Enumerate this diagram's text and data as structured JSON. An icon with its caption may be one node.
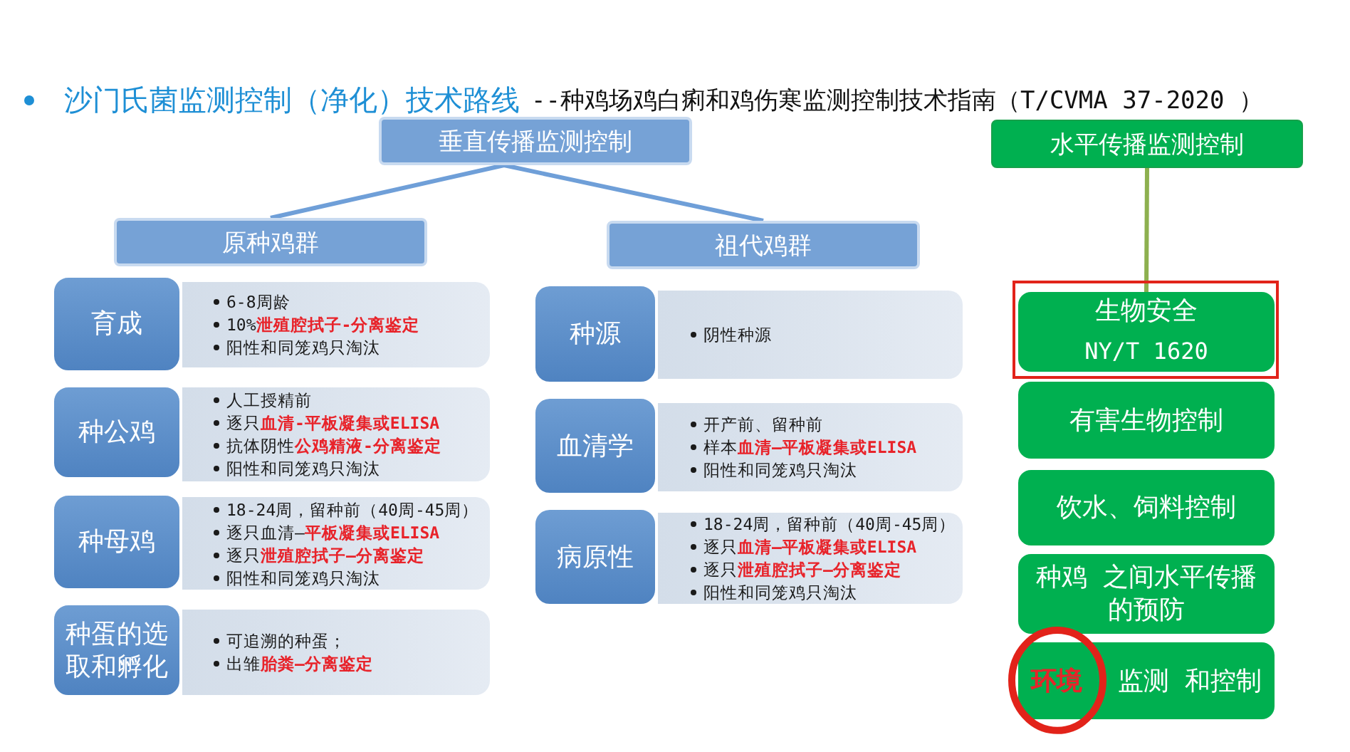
{
  "diagram": {
    "title": "沙门氏菌监测控制（净化）技术路线",
    "nodes": [
      {
        "text": [
          "垂直传播监测控制"
        ]
      },
      {
        "text": [
          "水平传播监测控制"
        ]
      },
      {
        "text": [
          "原种鸡群"
        ]
      },
      {
        "text": [
          "祖代鸡群"
        ]
      },
      {
        "text": [
          "育成"
        ]
      },
      {
        "text": [
          "6-8周龄",
          "10%**泄殖腔拭子-分离鉴定**",
          "阳性和同笼鸡只淘汰"
        ]
      },
      {
        "text": [
          "种公鸡"
        ]
      },
      {
        "text": [
          "人工授精前",
          "逐只**血清-平板凝集或ELISA**",
          "抗体阴性**公鸡精液-分离鉴定**",
          "阳性和同笼鸡只淘汰"
        ]
      },
      {
        "text": [
          "种母鸡"
        ]
      },
      {
        "text": [
          "18-24周，留种前（40周-45周）",
          "逐只血清—**平板凝集或ELISA**",
          "逐只**泄殖腔拭子—分离鉴定**",
          "阳性和同笼鸡只淘汰"
        ]
      },
      {
        "text": [
          "种蛋的选取和孵化"
        ]
      },
      {
        "text": [
          "可追溯的种蛋；",
          "出雏**胎粪—分离鉴定**"
        ]
      },
      {
        "text": [
          "种源"
        ]
      },
      {
        "text": [
          "阴性种源"
        ]
      },
      {
        "text": [
          "血清学"
        ]
      },
      {
        "text": [
          "开产前、留种前",
          "样本**血清—平板凝集或ELISA**",
          "阳性和同笼鸡只淘汰"
        ]
      },
      {
        "text": [
          "病原性"
        ]
      },
      {
        "text": [
          "18-24周，留种前（40周-45周）",
          "逐只**血清—平板凝集或ELISA**",
          "逐只**泄殖腔拭子—分离鉴定**",
          "阳性和同笼鸡只淘汰"
        ]
      },
      {
        "text": [
          "生物安全",
          "NY/T 1620"
        ]
      },
      {
        "text": [
          "有害生物控制"
        ]
      },
      {
        "text": [
          "饮水、饲料控制"
        ]
      },
      {
        "text": [
          "种鸡 之间水平传播的预防"
        ]
      },
      {
        "text": [
          "**环境** 监测 和控制"
        ]
      }
    ],
    "edges": [
      {
        "from": 0,
        "to": 2,
        "arrow": "none"
      },
      {
        "from": 0,
        "to": 3,
        "arrow": "none"
      },
      {
        "from": 1,
        "to": 18,
        "arrow": "none",
        "color": "#8db04f"
      }
    ],
    "labels": [
      "--种鸡场鸡白痢和鸡伤寒监测控制技术指南（T/CVMA 37-2020 ）"
    ]
  }
}
